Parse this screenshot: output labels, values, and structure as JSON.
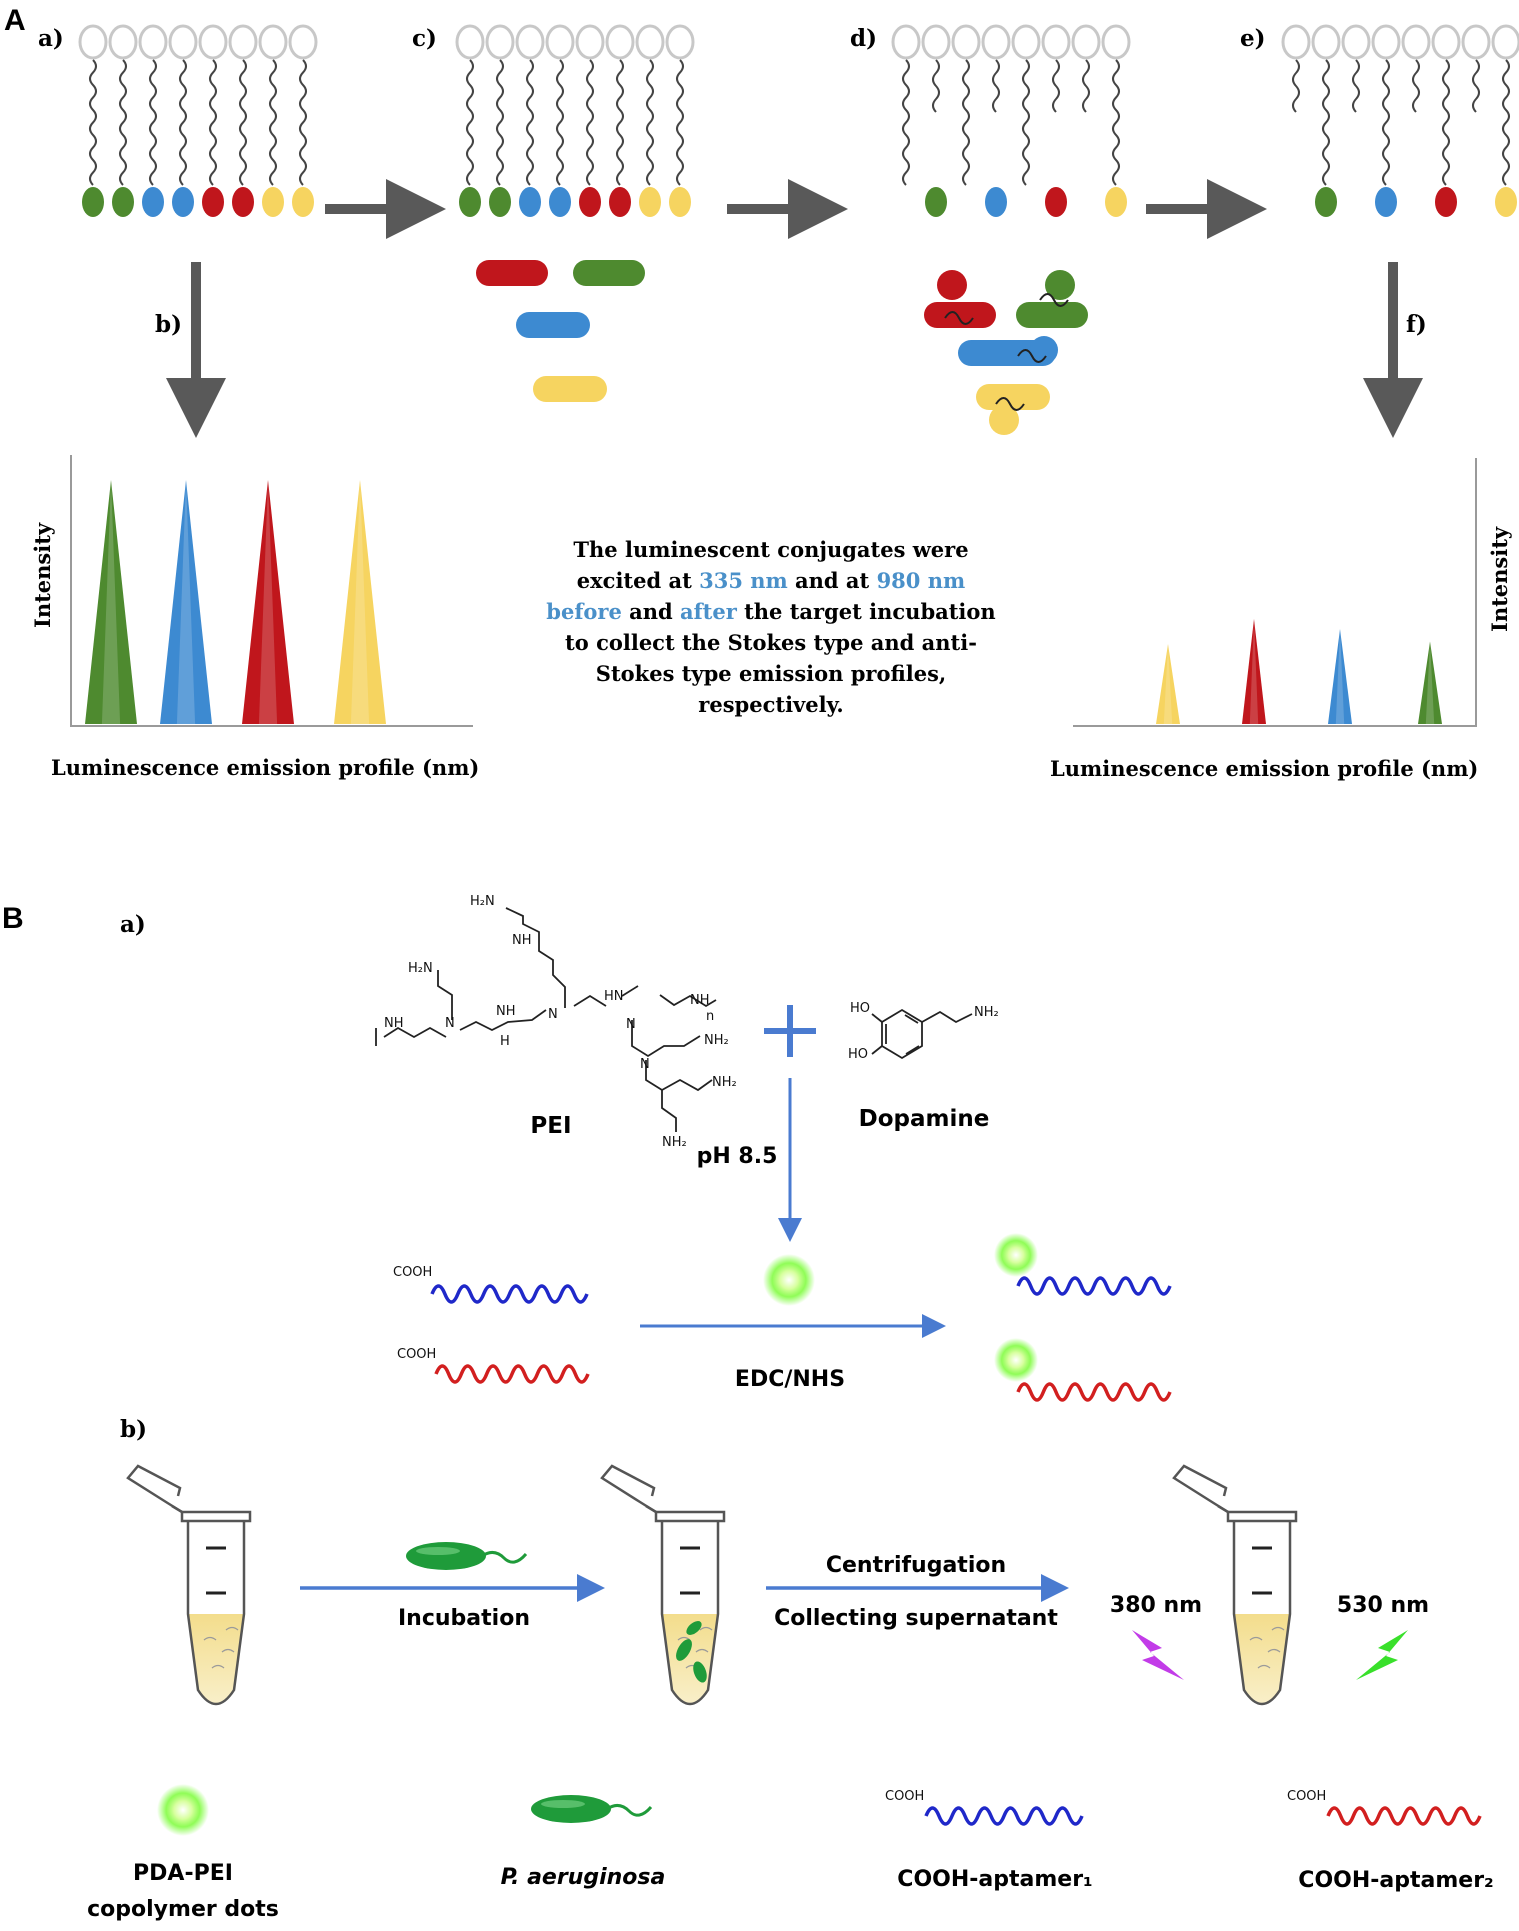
{
  "colors": {
    "green": "#4e8a2f",
    "blue": "#3d8ad1",
    "red": "#c0161c",
    "yellow": "#f6d460",
    "arrow_gray": "#595959",
    "arrow_blue": "#4a7bd0",
    "highlight_blue": "#4a90c9",
    "aptamer_blue": "#1f28c9",
    "aptamer_red": "#d21f1f",
    "dot_green": "#7cfc3a",
    "laser_purple": "#c23ce8",
    "laser_green": "#39e02b",
    "bacterium_green": "#1f9b3a"
  },
  "panelA": {
    "label": "A",
    "steps": {
      "a": "a)",
      "b": "b)",
      "c": "c)",
      "d": "d)",
      "e": "e)",
      "f": "f)"
    },
    "ylabel_left": "Intensity",
    "ylabel_right": "Intensity",
    "xlabel_left": "Luminescence emission profile (nm)",
    "xlabel_right": "Luminescence emission profile (nm)",
    "caption": {
      "l1": "The luminescent conjugates were",
      "l2a": "excited at ",
      "l2b": "335 nm",
      "l2c": " and at ",
      "l2d": "980 nm",
      "l3a": "before",
      "l3b": " and ",
      "l3c": "after",
      "l3d": " the target incubation",
      "l4": "to collect the Stokes type and anti-",
      "l5": "Stokes type emission profiles,",
      "l6": "respectively."
    },
    "peaks_before": [
      {
        "color": "green",
        "height": 1.0
      },
      {
        "color": "blue",
        "height": 1.0
      },
      {
        "color": "red",
        "height": 1.0
      },
      {
        "color": "yellow",
        "height": 1.0
      }
    ],
    "peaks_after": [
      {
        "color": "yellow",
        "height": 0.32
      },
      {
        "color": "red",
        "height": 0.42
      },
      {
        "color": "blue",
        "height": 0.38
      },
      {
        "color": "green",
        "height": 0.33
      }
    ]
  },
  "panelB": {
    "label": "B",
    "step_a": "a)",
    "step_b": "b)",
    "pei_label": "PEI",
    "dopamine_label": "Dopamine",
    "ph": "pH 8.5",
    "coupling": "EDC/NHS",
    "cooh": "COOH",
    "chem": {
      "h2n": "H₂N",
      "nh": "NH",
      "n": "N",
      "hn": "HN",
      "h": "H",
      "nh2": "NH₂",
      "ho": "HO",
      "n_sub": "n"
    },
    "incubation": "Incubation",
    "centrifugation": "Centrifugation",
    "collecting": "Collecting supernatant",
    "wl_1": "380 nm",
    "wl_2": "530 nm",
    "legend": {
      "dots_line1": "PDA-PEI",
      "dots_line2": "copolymer dots",
      "bacterium": "P. aeruginosa",
      "aptamer1": "COOH-aptamer₁",
      "aptamer2": "COOH-aptamer₂"
    }
  }
}
